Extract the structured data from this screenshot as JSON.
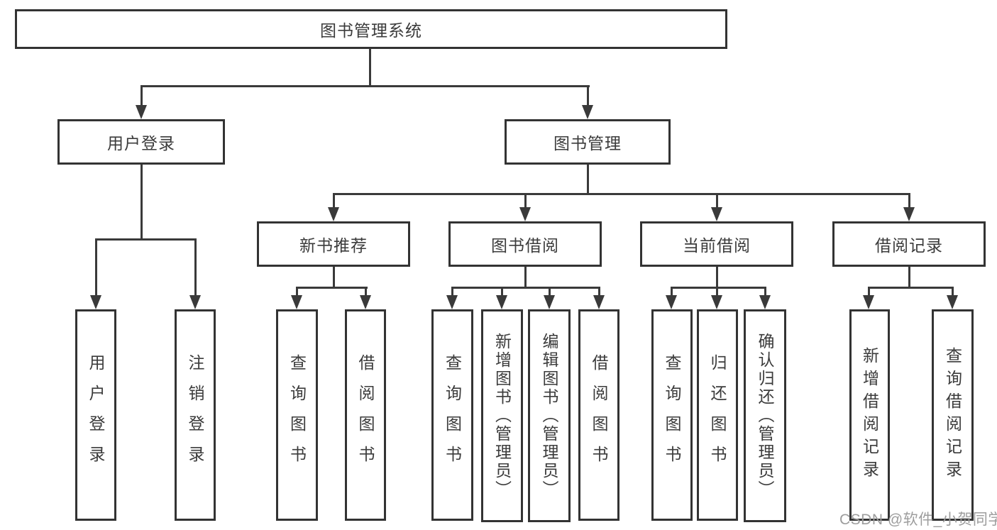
{
  "diagram": {
    "root": {
      "label": "图书管理系统"
    },
    "level2": [
      {
        "label": "用户登录"
      },
      {
        "label": "图书管理"
      }
    ],
    "level3": [
      {
        "label": "新书推荐"
      },
      {
        "label": "图书借阅"
      },
      {
        "label": "当前借阅"
      },
      {
        "label": "借阅记录"
      }
    ],
    "leaves": {
      "user_login": [
        {
          "label": "用户登录"
        },
        {
          "label": "注销登录"
        }
      ],
      "new_book_recommend": [
        {
          "label": "查询图书"
        },
        {
          "label": "借阅图书"
        }
      ],
      "book_borrow": [
        {
          "label": "查询图书"
        },
        {
          "label": "新增图书（管理员）"
        },
        {
          "label": "编辑图书（管理员）"
        },
        {
          "label": "借阅图书"
        }
      ],
      "current_borrow": [
        {
          "label": "查询图书"
        },
        {
          "label": "归还图书"
        },
        {
          "label": "确认归还（管理员）"
        }
      ],
      "borrow_record": [
        {
          "label": "新增借阅记录"
        },
        {
          "label": "查询借阅记录"
        }
      ]
    }
  },
  "watermark": {
    "text": "CSDN @软件_小贺同学",
    "color": "#9d9d9d"
  },
  "colors": {
    "line": "#3a3a3a",
    "box_border": "#333333",
    "box_background": "#ffffff",
    "text": "#3b3b3b",
    "page_background": "#ffffff"
  }
}
